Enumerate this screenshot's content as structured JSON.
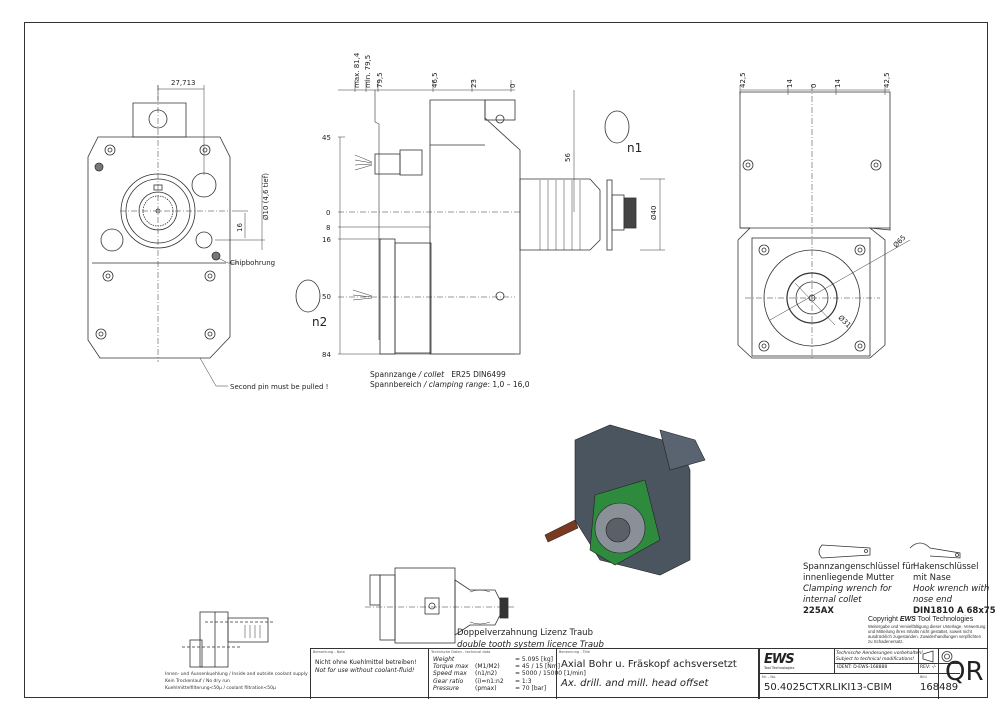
{
  "views": {
    "front": {
      "dim_width": "27,713",
      "dim_hole": "Ø10 (4,6 tief)",
      "dim_offset": "16",
      "callout_chip": "Chipbohrung",
      "callout_pin": "Second pin must be pulled !"
    },
    "side": {
      "top_dims": [
        "max. 81,4",
        "min. 79,5",
        "79,5",
        "46,5",
        "23",
        "0"
      ],
      "left_dims": [
        "45",
        "0",
        "8",
        "16",
        "50",
        "84"
      ],
      "dim_56": "56",
      "dim_d40": "Ø40",
      "rotation_n1": "n1",
      "rotation_n2": "n2",
      "collet_line1": {
        "de": "Spannzange",
        "sep": " / ",
        "en": "collet",
        "spec": "ER25   DIN6499"
      },
      "collet_line2": {
        "de": "Spannbereich",
        "sep": " / ",
        "en": "clamping range",
        "spec": ": 1,0 – 16,0"
      }
    },
    "right": {
      "top_dims": [
        "42,5",
        "14",
        "0",
        "14",
        "42,5"
      ],
      "dim_d65": "Ø65",
      "dim_d31": "Ø31"
    },
    "bottom": {
      "traub_de": "Doppelverzahnung Lizenz Traub",
      "traub_en": "double tooth system licence Traub"
    },
    "render_3d": {
      "body_color": "#4a5560",
      "flange_color": "#2e8b3e",
      "spindle_color": "#5a6470",
      "pipe_color": "#7a3a22"
    }
  },
  "wrenches": [
    {
      "de1": "Spannzangenschlüssel für",
      "de2": "innenliegende Mutter",
      "en1": "Clamping wrench for",
      "en2": "internal collet",
      "code": "225AX"
    },
    {
      "de1": "Hakenschlüssel",
      "de2": "mit Nase",
      "en1": "Hook wrench with",
      "en2": "nose end",
      "code": "DIN1810  A  68x75"
    }
  ],
  "copyright": {
    "title_prefix": "Copyright ",
    "brand": "EWS",
    "title_suffix": " Tool Technologies",
    "text": "Weitergabe und Vervielfältigung dieser Unterlage, Verwertung und Mitteilung ihres Inhalts nicht gestattet, soweit nicht ausdrücklich zugestanden. Zuwiderhandlungen verpflichten zu Schadenersatz."
  },
  "notes_left": [
    "Innen- und Aussenkuehlung / Inside and outside coolant supply",
    "Kein Trockenlauf / No dry run",
    "Kuehlmittelfilterung<50µ / coolant filtration<50µ"
  ],
  "title_block": {
    "remark_header": "Bemerkung - Note",
    "remark_de": "Nicht ohne Kuehlmittel betreiben!",
    "remark_en": "Not for use without coolant-fluid!",
    "tech_header": "Technische Daten - technical data",
    "tech_rows": [
      {
        "label": "Weight",
        "unit": "",
        "value": "=  5.095 [kg]"
      },
      {
        "label": "Torque max",
        "unit": "(M1/M2)",
        "value": "=  45 / 15 [Nm]"
      },
      {
        "label": "Speed max",
        "unit": "(n1/n2)",
        "value": "=  5000 / 15000 [1/min]"
      },
      {
        "label": "Gear ratio",
        "unit": "(i)=n1:n2",
        "value": "=  1:3"
      },
      {
        "label": "Pressure",
        "unit": "(pmax)",
        "value": "=  70 [bar]"
      }
    ],
    "title_header": "Benennung - Title",
    "title_de": "Axial Bohr u. Fräskopf achsversetzt",
    "title_en": "Ax. drill. and mill. head offset",
    "logo_text": "EWS",
    "logo_sub": "Tool Technologies",
    "change_de": "Technische Aenderungen vorbehalten!",
    "change_en": "Subject to technical modifications!",
    "ident": "IDENT:  D-EWS-168888",
    "rev": "REV:  -/-",
    "number_header": "Nr. - No.",
    "part_number": "50.4025CTXRLIKI13-CBIM",
    "drawing_header": "Bild",
    "drawing_number": "168489",
    "qr": "QR"
  }
}
